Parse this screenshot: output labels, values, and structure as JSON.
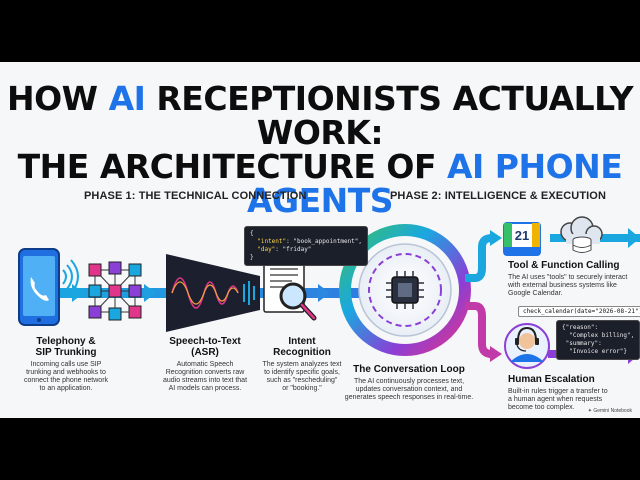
{
  "title": {
    "line1_a": "HOW ",
    "line1_b": "AI",
    "line1_c": " RECEPTIONISTS ACTUALLY WORK:",
    "line2_a": "THE ARCHITECTURE OF ",
    "line2_b": "AI PHONE AGENTS"
  },
  "phases": {
    "phase1": "PHASE 1: THE TECHNICAL CONNECTION",
    "phase2": "PHASE 2: INTELLIGENCE & EXECUTION"
  },
  "steps": {
    "telephony": {
      "heading1": "Telephony &",
      "heading2": "SIP Trunking",
      "desc1": "Incoming calls use SIP",
      "desc2": "trunking and webhooks to",
      "desc3": "connect the phone network",
      "desc4": "to an application."
    },
    "stt": {
      "heading1": "Speech-to-Text",
      "heading2": "(ASR)",
      "desc1": "Automatic Speech",
      "desc2": "Recognition converts raw",
      "desc3": "audio streams into text that",
      "desc4": "AI models can process."
    },
    "intent": {
      "heading1": "Intent",
      "heading2": "Recognition",
      "desc1": "The system analyzes text",
      "desc2": "to identify specific goals,",
      "desc3": "such as \"rescheduling\"",
      "desc4": "or \"booking.\""
    },
    "loop": {
      "heading": "The Conversation Loop",
      "desc1": "The AI continuously processes text,",
      "desc2": "updates conversation context, and",
      "desc3": "generates speech responses in real-time."
    },
    "tools": {
      "heading": "Tool & Function Calling",
      "desc1": "The AI uses \"tools\" to securely interact",
      "desc2": "with external business systems like",
      "desc3": "Google Calendar."
    },
    "escalation": {
      "heading": "Human Escalation",
      "desc1": "Built-in rules trigger a transfer to",
      "desc2": "a human agent when requests",
      "desc3": "become too complex."
    }
  },
  "code": {
    "intent_open": "{",
    "intent_key1": "\"intent\"",
    "intent_val1": ": \"book_appointment\",",
    "intent_key2": "\"day\"",
    "intent_val2": ": \"friday\"",
    "intent_close": "}",
    "calendar_call": "check_calendar(date=\"2026-08-21\")",
    "esc_open": "{\"reason\":",
    "esc_l2": "  \"Complex billing\",",
    "esc_l3": " \"summary\":",
    "esc_l4": "  \"Invoice error\"}"
  },
  "calendar_icon_text": "21",
  "brand": "Gemini Notebook",
  "colors": {
    "accent_blue": "#1e73e8",
    "flow_blue": "#1aa7e0",
    "flow_purple": "#8a3fd6",
    "flow_pink": "#e0358a",
    "flow_green": "#37c06a"
  }
}
